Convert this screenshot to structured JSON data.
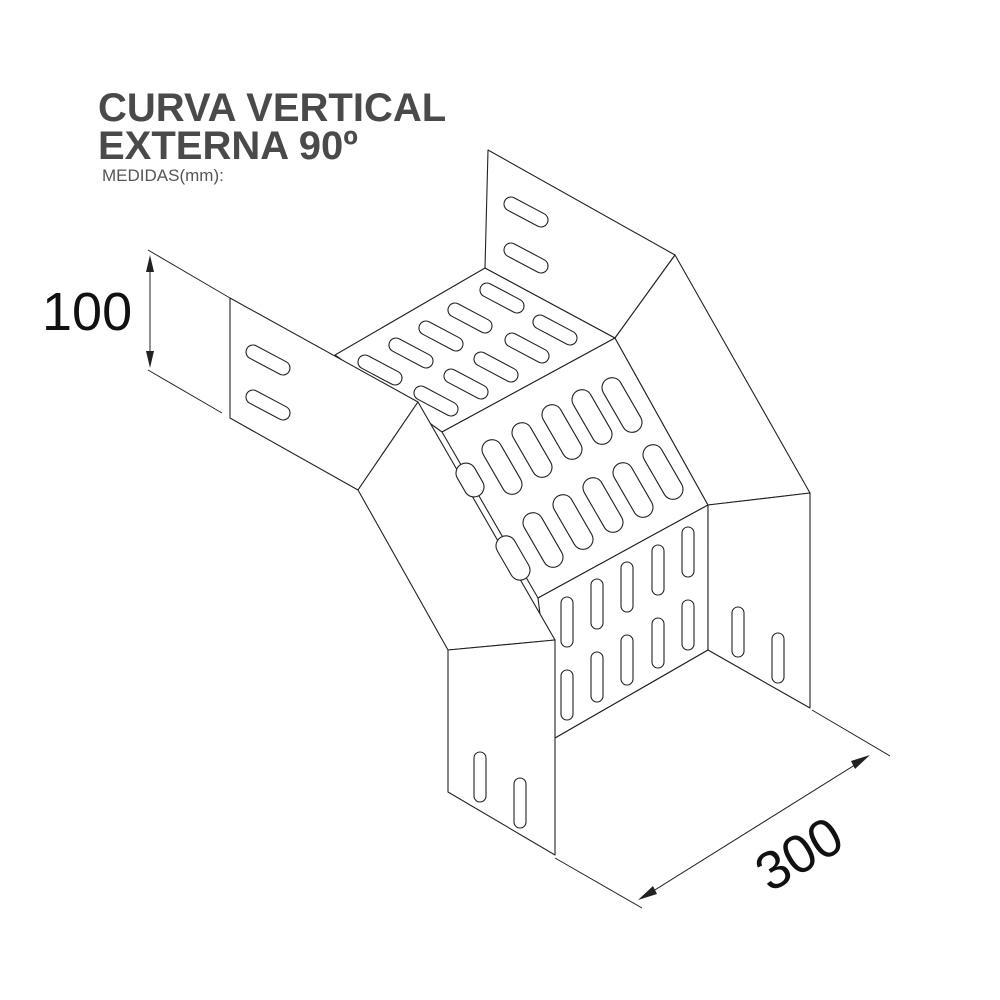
{
  "title": {
    "line1": "CURVA VERTICAL",
    "line2": "EXTERNA 90º"
  },
  "subtitle": "MEDIDAS(mm):",
  "dimensions": {
    "height": "100",
    "width": "300"
  },
  "colors": {
    "title": "#4a4a4a",
    "outline": "#222222",
    "background": "#ffffff"
  }
}
